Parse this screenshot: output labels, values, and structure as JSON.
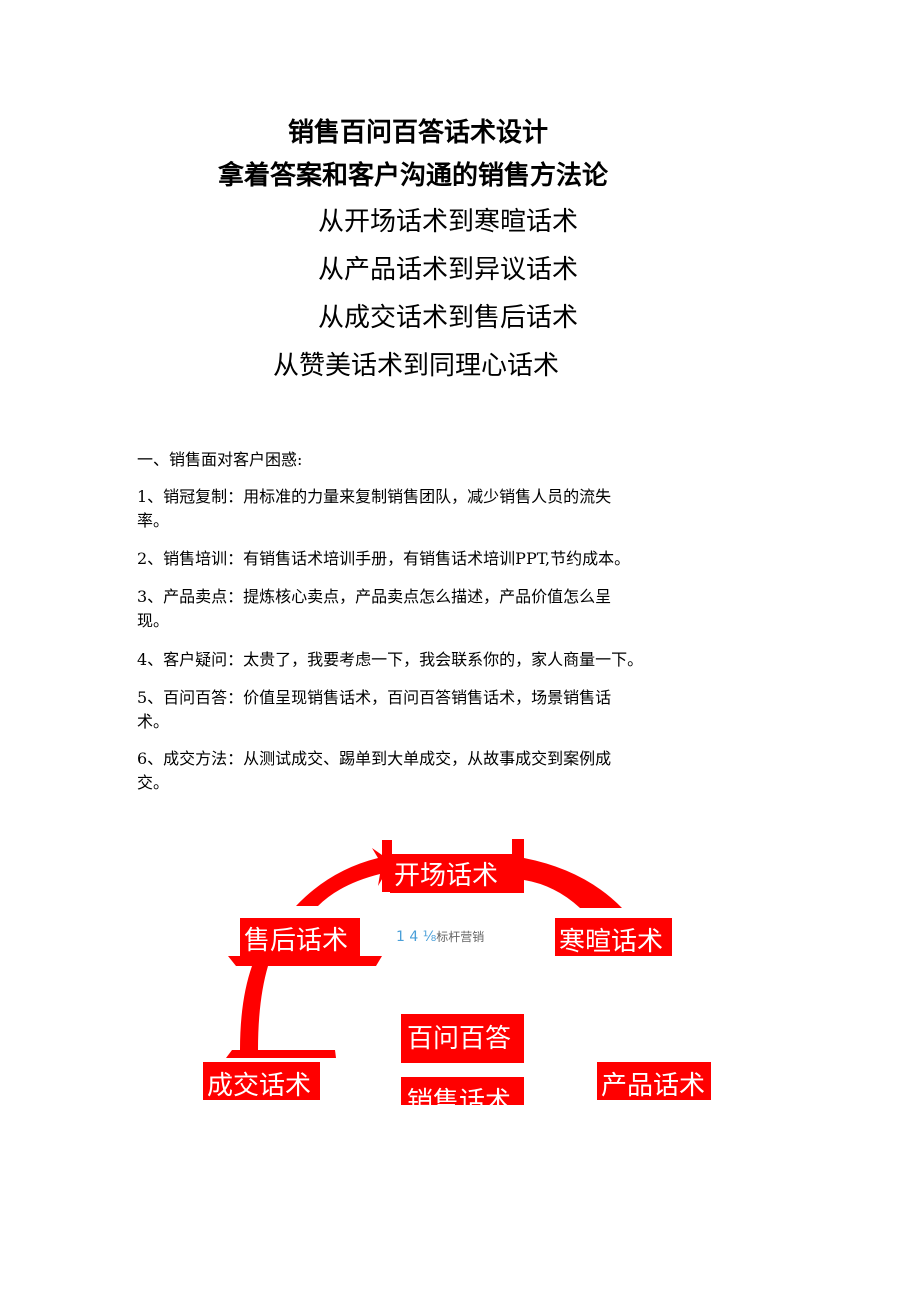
{
  "titles": [
    "销售百问百答话术设计",
    "拿着答案和客户沟通的销售方法论"
  ],
  "sublines": [
    "从开场话术到寒暄话术",
    "从产品话术到异议话术",
    "从成交话术到售后话术",
    "从赞美话术到同理心话术"
  ],
  "section_heading": "一、销售面对客户困惑:",
  "items": [
    [
      "1、销冠复制：用标准的力量来复制销售团队，减少销售人员的流失",
      "率。"
    ],
    [
      "2、销售培训：有销售话术培训手册，有销售话术培训PPT,节约成本。"
    ],
    [
      "3、产品卖点：提炼核心卖点，产品卖点怎么描述，产品价值怎么呈",
      "现。"
    ],
    [
      "4、客户疑问：太贵了，我要考虑一下，我会联系你的，家人商量一下。"
    ],
    [
      "5、百问百答：价值呈现销售话术，百问百答销售话术，场景销售话",
      "术。"
    ],
    [
      "6、成交方法：从测试成交、踢单到大单成交，从故事成交到案例成",
      "交。"
    ]
  ],
  "diagram": {
    "accent": "#ff0000",
    "labels": {
      "open": "开场话术",
      "greet": "寒暄话术",
      "after": "售后话术",
      "close": "成交话术",
      "product": "产品话术",
      "center": "百问百答",
      "center2": "销售话术"
    },
    "watermark_num": "1 4 ⅛",
    "watermark_text": "标杆营销"
  }
}
